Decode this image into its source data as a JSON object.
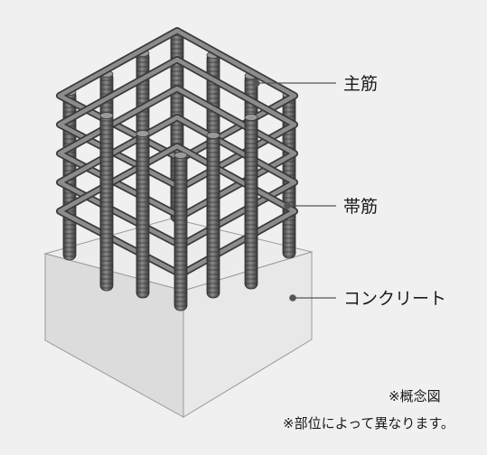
{
  "labels": {
    "main_rebar": "主筋",
    "hoop": "帯筋",
    "concrete": "コンクリート"
  },
  "notes": {
    "concept": "※概念図",
    "disclaimer": "※部位によって異なります。"
  },
  "colors": {
    "background": "#f0f0f0",
    "rebar": "#6b6b6b",
    "rebar_dark": "#3e3e3e",
    "rebar_light": "#9a9a9a",
    "concrete_top": "#ececec",
    "concrete_left": "#dcdcdc",
    "concrete_right": "#e6e6e6",
    "leader": "#555555"
  }
}
